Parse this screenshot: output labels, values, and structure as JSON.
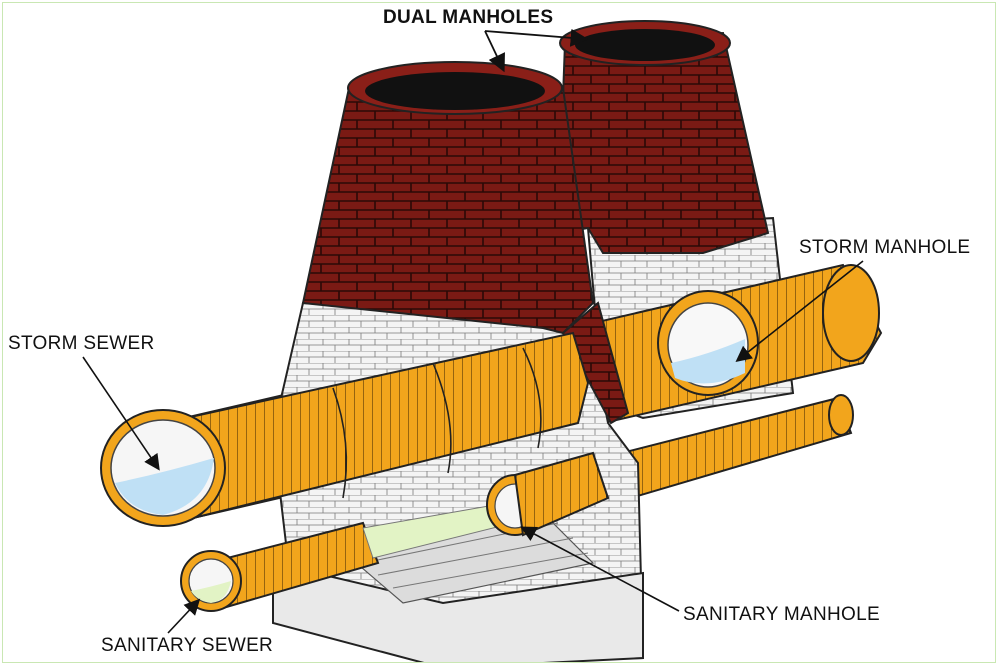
{
  "labels": {
    "dual_manholes": "DUAL MANHOLES",
    "storm_manhole": "STORM MANHOLE",
    "storm_sewer": "STORM SEWER",
    "sanitary_manhole": "SANITARY MANHOLE",
    "sanitary_sewer": "SANITARY SEWER"
  },
  "colors": {
    "brick": "#7a1a14",
    "brick_mortar": "#2a0906",
    "pipe": "#f2a51c",
    "pipe_dark": "#c77d0d",
    "water_storm": "#bfe0f5",
    "water_sanitary": "#e2f3c5",
    "masonry": "#f1f1f1",
    "border": "#c9e7b3"
  },
  "icons": {
    "dual_manholes_arrow": "arrow-icon",
    "storm_manhole_arrow": "arrow-icon",
    "storm_sewer_arrow": "arrow-icon",
    "sanitary_manhole_arrow": "arrow-icon",
    "sanitary_sewer_arrow": "arrow-icon"
  }
}
